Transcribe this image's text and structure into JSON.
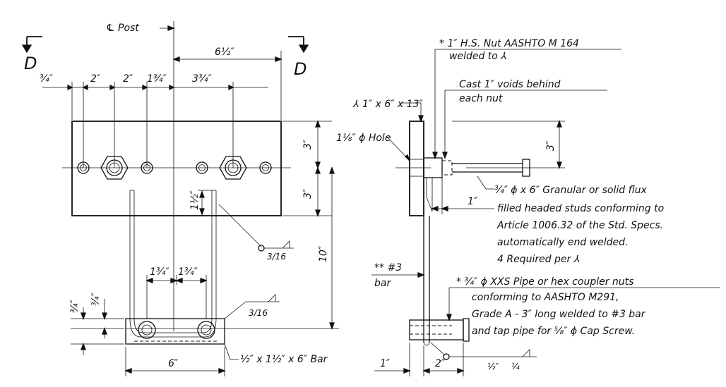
{
  "left_view": {
    "centerline_label": "℄ Post",
    "dims": {
      "d_6_half": "6½″",
      "d_3_4": "¾″",
      "d_2": "2″",
      "d_2b": "2″",
      "d_1_3_4": "1¾″",
      "d_3_3_4": "3¾″",
      "d_3_top": "3″",
      "d_3_bot": "3″",
      "d_1_half": "1½″",
      "d_10": "10″",
      "d_1_3_4_a": "1¾″",
      "d_1_3_4_b": "1¾″",
      "d_3_4_v1": "¾″",
      "d_3_4_v2": "¾″",
      "d_6_bottom": "6″"
    },
    "weld_3_16_a": "3/16",
    "weld_3_16_b": "3/16",
    "bar_label": "½″ x 1½″ x 6″ Bar"
  },
  "section": {
    "marker_left": "D",
    "marker_right": "D"
  },
  "right_view": {
    "plate_label": "⅄ 1″ x 6″ x 13″",
    "hole_label": "1⅛″ ϕ Hole",
    "nut_line1": "* 1″ H.S. Nut AASHTO M 164",
    "nut_line2": "welded to ⅄",
    "void_line1": "Cast 1″ voids behind",
    "void_line2": "each nut",
    "d_3_right": "3″",
    "d_1_stud": "1″",
    "stud_line1": "¾″ ϕ x 6″ Granular or solid flux",
    "stud_line2": "filled headed studs conforming to",
    "stud_line3": "Article 1006.32 of the Std. Specs.",
    "stud_line4": "automatically end welded.",
    "stud_line5": "4 Required per ⅄",
    "bar3_line1": "** #3",
    "bar3_line2": "bar",
    "pipe_line1": "* ¾″ ϕ XXS Pipe or hex coupler nuts",
    "pipe_line2": "conforming to AASHTO M291,",
    "pipe_line3": "Grade A - 3″ long welded to #3 bar",
    "pipe_line4": "and tap pipe for ⅝″ ϕ Cap Screw.",
    "d_1_bottom": "1″",
    "d_2_bottom": "2″",
    "weld_half": "½″",
    "weld_quarter": "¼"
  }
}
